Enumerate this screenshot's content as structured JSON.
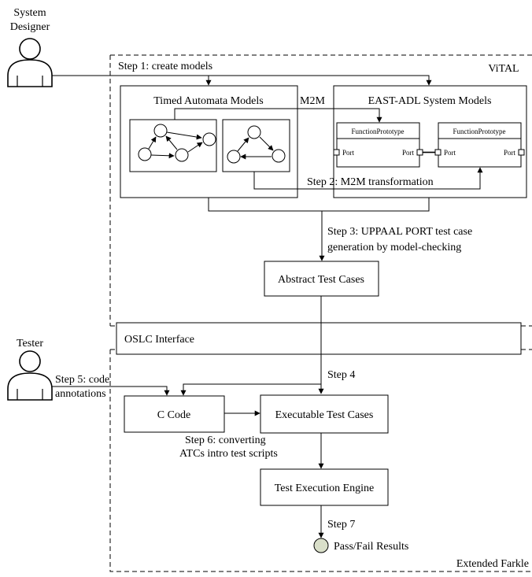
{
  "actors": {
    "designer_line1": "System",
    "designer_line2": "Designer",
    "tester": "Tester"
  },
  "regions": {
    "vital": "ViTAL",
    "farkle": "Extended Farkle",
    "oslc": "OSLC Interface"
  },
  "boxes": {
    "ta_models": "Timed Automata Models",
    "eastadl_models": "EAST-ADL System Models",
    "function_prototype": "FunctionPrototype",
    "port": "Port",
    "abstract_tc": "Abstract Test Cases",
    "c_code": "C Code",
    "exec_tc": "Executable Test Cases",
    "engine": "Test Execution Engine",
    "results": "Pass/Fail Results"
  },
  "steps": {
    "step1": "Step 1: create models",
    "m2m": "M2M",
    "step2": "Step 2: M2M transformation",
    "step3_line1": "Step 3: UPPAAL PORT test case",
    "step3_line2": "generation by model-checking",
    "step4": "Step 4",
    "step5_line1": "Step 5: code",
    "step5_line2": "annotations",
    "step6_line1": "Step 6: converting",
    "step6_line2": "ATCs intro test scripts",
    "step7": "Step 7"
  },
  "colors": {
    "stroke": "#000000",
    "result_circle": "#d9dfc9"
  }
}
